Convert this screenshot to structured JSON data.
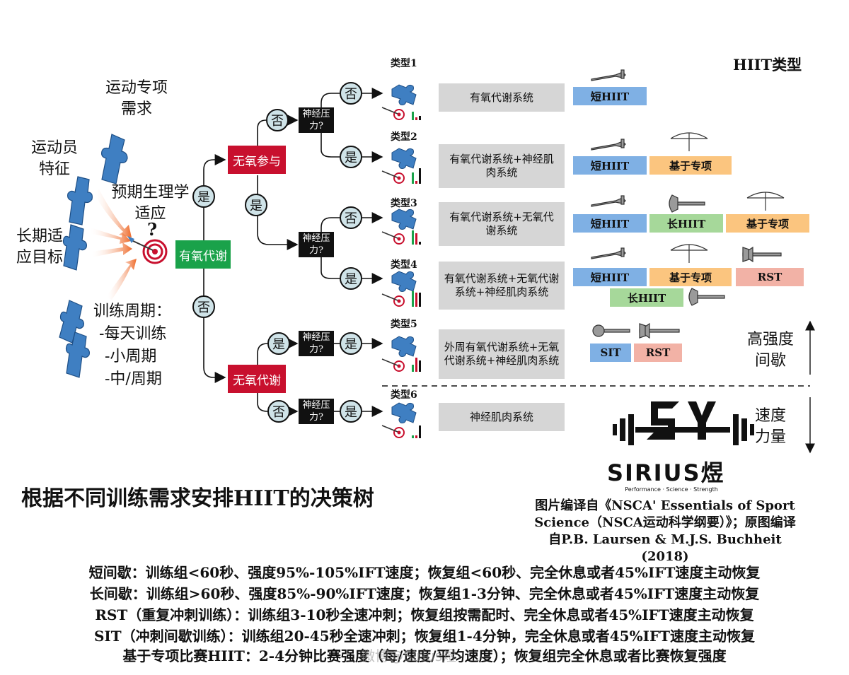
{
  "hiit_types_title": "HIIT类型",
  "inputs": {
    "sport_demand": [
      "运动专项",
      "需求"
    ],
    "athlete_traits": [
      "运动员",
      "特征"
    ],
    "physio_adapt": [
      "预期生理学",
      "适应"
    ],
    "long_term": [
      "长期适",
      "应目标"
    ],
    "training_cycle": [
      "训练周期：",
      "-每天训练",
      "-小周期",
      "-中/周期"
    ],
    "question": "?"
  },
  "nodes": {
    "aerobic": "有氧代谢",
    "anaerobic_participation": "无氧参与",
    "anaerobic": "无氧代谢",
    "neuro_line1": "神经压",
    "neuro_line2": "力?"
  },
  "answers": {
    "yes": "是",
    "no": "否"
  },
  "types": [
    {
      "label": "类型1",
      "system": "有氧代谢系统"
    },
    {
      "label": "类型2",
      "system": "有氧代谢系统+神经肌肉系统"
    },
    {
      "label": "类型3",
      "system": "有氧代谢系统+无氧代谢系统"
    },
    {
      "label": "类型4",
      "system": "有氧代谢系统+无氧代谢系统+神经肌肉系统"
    },
    {
      "label": "类型5",
      "system": "外周有氧代谢系统+无氧代谢系统+神经肌肉系统"
    },
    {
      "label": "类型6",
      "system": "神经肌肉系统"
    }
  ],
  "chips": {
    "short": "短HIIT",
    "long": "长HIIT",
    "sport": "基于专项",
    "rst": "RST",
    "sit": "SIT"
  },
  "axis": {
    "high_intensity": [
      "高强度",
      "间歇"
    ],
    "speed_power": [
      "速度",
      "力量"
    ]
  },
  "logo": {
    "name": "SIRIUS煜",
    "tagline": "Performance · Science · Strength"
  },
  "title": "根据不同训练需求安排HIIT的决策树",
  "source": [
    "图片编译自《NSCA' Essentials of Sport",
    "Science（NSCA运动科学纲要）》；原图编译",
    "自P.B. Laursen & M.J.S. Buchheit (2018)"
  ],
  "notes": [
    "短间歇：训练组<60秒、强度95%-105%IFT速度；恢复组<60秒、完全休息或者45%IFT速度主动恢复",
    "长间歇：训练组>60秒、强度85%-90%IFT速度；恢复组1-3分钟、完全休息或者45%IFT速度主动恢复",
    "RST（重复冲刺训练）：训练组3-10秒全速冲刺；恢复组按需配时、完全休息或者45%IFT速度主动恢复",
    "SIT（冲刺间歇训练）：训练组20-45秒全速冲刺；恢复组1-4分钟，完全休息或者45%IFT速度主动恢复",
    "基于专项比赛HIIT：2-4分钟比赛强度（每/速度/平均速度）；恢复组完全休息或者比赛恢复强度"
  ],
  "watermark": "微博@Sirius煜"
}
